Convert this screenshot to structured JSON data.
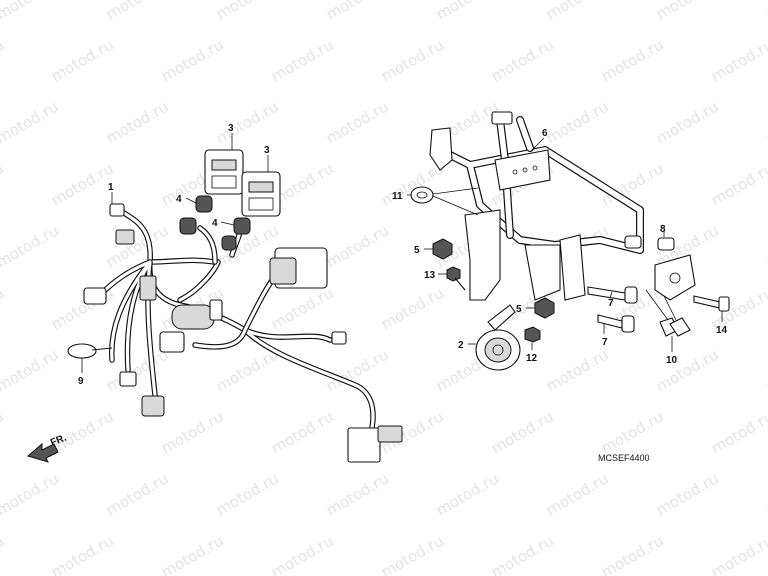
{
  "watermark": "motod.ru",
  "diagram_code": "MCSEF4400",
  "direction_label": "FR.",
  "callouts": {
    "c1": "1",
    "c2": "2",
    "c3a": "3",
    "c3b": "3",
    "c4a": "4",
    "c4b": "4",
    "c5a": "5",
    "c5b": "5",
    "c6": "6",
    "c7a": "7",
    "c7b": "7",
    "c8": "8",
    "c9": "9",
    "c10": "10",
    "c11": "11",
    "c12": "12",
    "c13": "13",
    "c14": "14"
  }
}
